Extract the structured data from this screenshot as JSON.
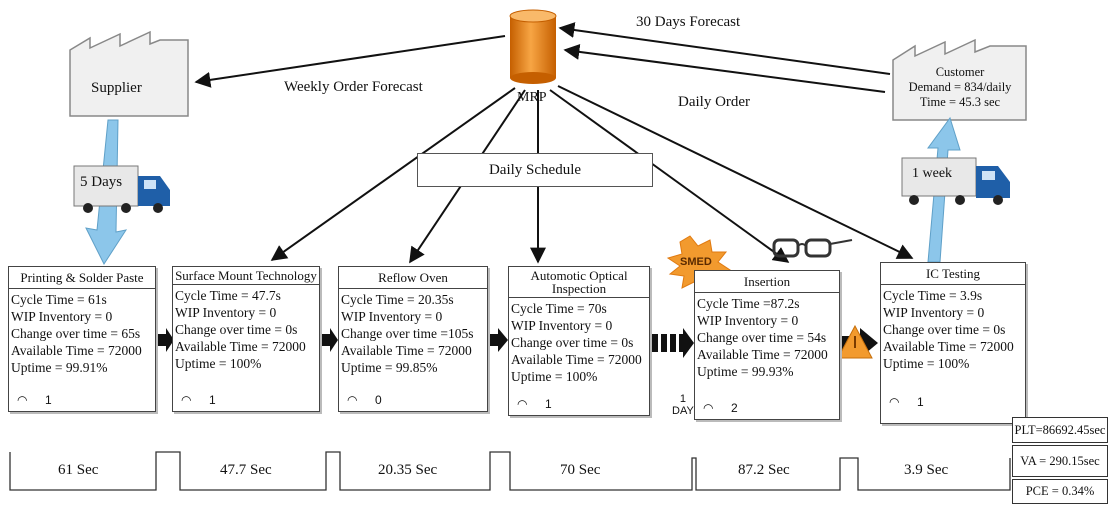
{
  "mrp": {
    "label": "MRP"
  },
  "supplier": {
    "label": "Supplier"
  },
  "customer": {
    "title": "Customer",
    "demand": "Demand = 834/daily",
    "time": "Time = 45.3 sec"
  },
  "flows": {
    "weekly_forecast": "Weekly Order Forecast",
    "forecast_30": "30 Days Forecast",
    "daily_order": "Daily Order",
    "daily_schedule": "Daily Schedule"
  },
  "trucks": {
    "supplier_truck": "5 Days",
    "customer_truck": "1 week"
  },
  "kaizen": {
    "smed": "SMED"
  },
  "inventory_between": {
    "label_top": "1",
    "label_bottom": "DAY"
  },
  "processes": [
    {
      "title": "Printing & Solder Paste",
      "cycle": "Cycle Time = 61s",
      "wip": "WIP Inventory = 0",
      "change": "Change over time = 65s",
      "avail": "Available Time = 72000",
      "uptime": "Uptime = 99.91%",
      "operators": "1"
    },
    {
      "title": "Surface Mount Technology",
      "cycle": "Cycle Time = 47.7s",
      "wip": "WIP Inventory = 0",
      "change": "Change over time = 0s",
      "avail": "Available Time = 72000",
      "uptime": "Uptime = 100%",
      "operators": "1"
    },
    {
      "title": "Reflow Oven",
      "cycle": "Cycle Time = 20.35s",
      "wip": "WIP Inventory = 0",
      "change": "Change over time =105s",
      "avail": "Available Time = 72000",
      "uptime": "Uptime = 99.85%",
      "operators": "0"
    },
    {
      "title": "Automotic Optical Inspection",
      "cycle": "Cycle Time = 70s",
      "wip": "WIP Inventory = 0",
      "change": "Change over time = 0s",
      "avail": "Available Time = 72000",
      "uptime": "Uptime = 100%",
      "operators": "1"
    },
    {
      "title": "Insertion",
      "cycle": "Cycle Time =87.2s",
      "wip": "WIP Inventory = 0",
      "change": "Change over time = 54s",
      "avail": "Available Time = 72000",
      "uptime": "Uptime = 99.93%",
      "operators": "2"
    },
    {
      "title": "IC Testing",
      "cycle": "Cycle Time = 3.9s",
      "wip": "WIP Inventory = 0",
      "change": "Change over time = 0s",
      "avail": "Available Time = 72000",
      "uptime": "Uptime = 100%",
      "operators": "1"
    }
  ],
  "timeline": [
    "61 Sec",
    "47.7 Sec",
    "20.35 Sec",
    "70 Sec",
    "87.2 Sec",
    "3.9 Sec"
  ],
  "summary": {
    "plt": "PLT=86692.45sec",
    "va": "VA = 290.15sec",
    "pce": "PCE = 0.34%"
  },
  "colors": {
    "mrp_orange": "#f08a1c",
    "truck_blue": "#1f5fa8",
    "flow_blue": "#8cc6ea",
    "smed_orange": "#f29a2e"
  }
}
